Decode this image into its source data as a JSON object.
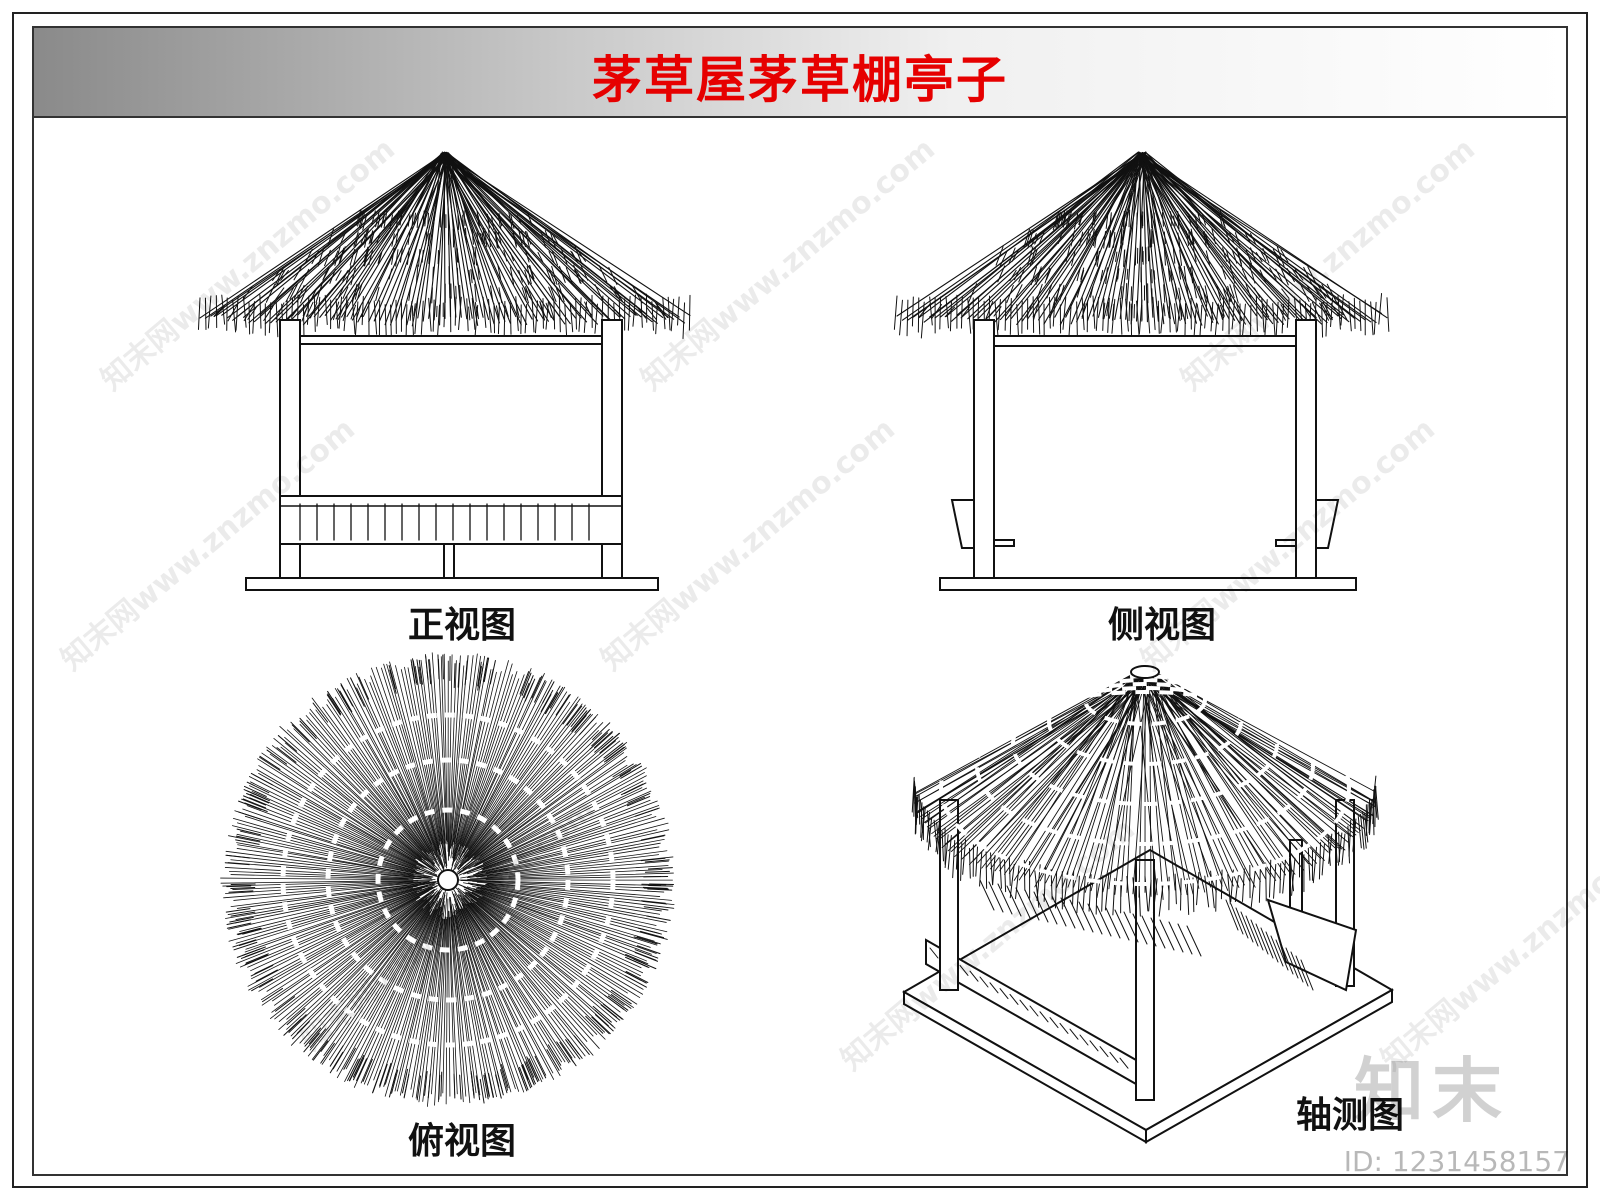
{
  "title": "茅草屋茅草棚亭子",
  "views": {
    "front": "正视图",
    "side": "侧视图",
    "top": "俯视图",
    "axon": "轴测图"
  },
  "watermark": "知末网www.znzmo.com",
  "brand": "知末",
  "id_text": "ID: 1231458157",
  "colors": {
    "title": "#e60000",
    "line": "#111111"
  }
}
